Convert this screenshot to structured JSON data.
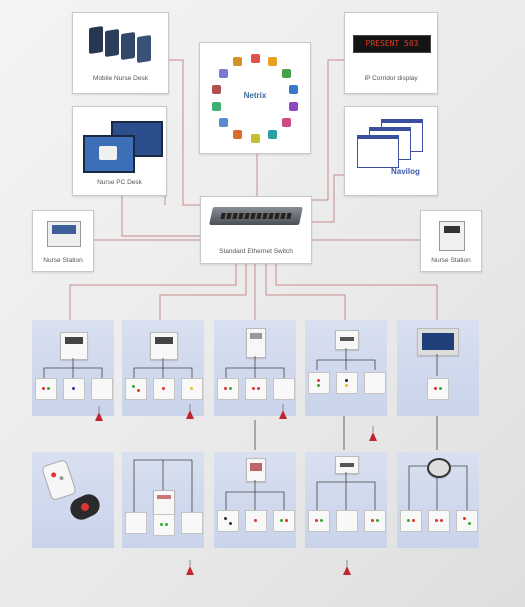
{
  "nodes": {
    "mobile_nurse_desk": "Mobile Nurse Desk",
    "ip_corridor_display": "IP Corridor display",
    "corridor_display_text": "PRESENT 503",
    "netrix_logo": "Netrix",
    "nurse_pc_desk": "Nurse PC Desk",
    "navilog_logo": "Navilog",
    "standard_ethernet_switch": "Standard Ethernet Switch",
    "nurse_station_left": "Nurse Station",
    "nurse_station_right": "Nurse Station"
  },
  "colors": {
    "wire": "#c98a8a",
    "room_bg": "#cfd8ee",
    "pear_red": "#c0262d",
    "switch_dark": "#5c6068"
  }
}
